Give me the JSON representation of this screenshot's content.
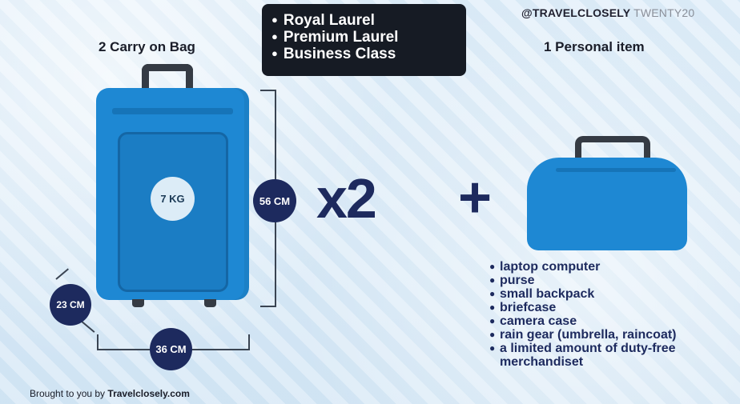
{
  "header": {
    "handle": "@TRAVELCLOSELY",
    "handle_suffix": "TWENTY20"
  },
  "classes": [
    "Royal Laurel",
    "Premium Laurel",
    "Business Class"
  ],
  "carry_on": {
    "title": "2 Carry on Bag",
    "weight": "7 KG",
    "height": "56 CM",
    "depth": "23 CM",
    "width": "36 CM",
    "multiplier": "x2"
  },
  "plus": "+",
  "personal": {
    "title": "1 Personal item",
    "items": [
      "laptop computer",
      "purse",
      "small backpack",
      "briefcase",
      "camera case",
      "rain gear (umbrella, raincoat)",
      "a limited amount of duty-free merchandiset"
    ]
  },
  "footer": {
    "prefix": "Brought to you by",
    "brand": "Travelclosely.com"
  },
  "colors": {
    "suitcase_blue": "#1e88d3",
    "navy": "#1d2a5e",
    "handle_dark": "#353b44"
  }
}
